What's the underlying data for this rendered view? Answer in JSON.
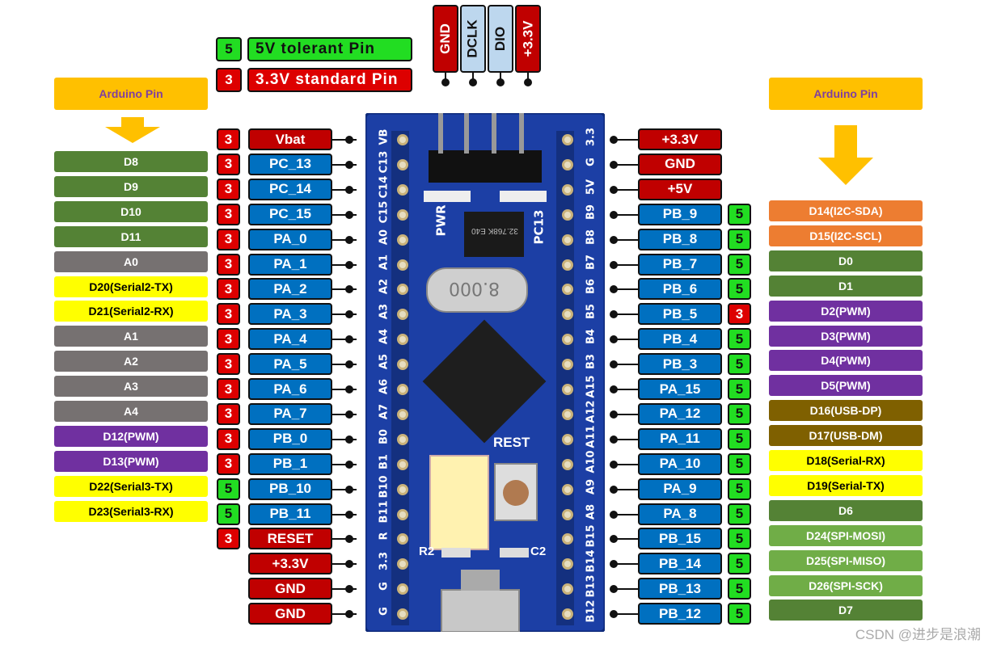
{
  "legend": {
    "tolerant_num": "5",
    "tolerant_label": "5V tolerant Pin",
    "standard_num": "3",
    "standard_label": "3.3V standard Pin"
  },
  "top_header": [
    "GND",
    "DCLK",
    "DIO",
    "+3.3V"
  ],
  "arduino_header": "Arduino Pin",
  "left_arduino": [
    {
      "label": "D8",
      "color": "#548235"
    },
    {
      "label": "D9",
      "color": "#548235"
    },
    {
      "label": "D10",
      "color": "#548235"
    },
    {
      "label": "D11",
      "color": "#548235"
    },
    {
      "label": "A0",
      "color": "#767171"
    },
    {
      "label": "D20(Serial2-TX)",
      "color": "#ffff00"
    },
    {
      "label": "D21(Serial2-RX)",
      "color": "#ffff00"
    },
    {
      "label": "A1",
      "color": "#767171"
    },
    {
      "label": "A2",
      "color": "#767171"
    },
    {
      "label": "A3",
      "color": "#767171"
    },
    {
      "label": "A4",
      "color": "#767171"
    },
    {
      "label": "D12(PWM)",
      "color": "#7030a0"
    },
    {
      "label": "D13(PWM)",
      "color": "#7030a0"
    },
    {
      "label": "D22(Serial3-TX)",
      "color": "#ffff00"
    },
    {
      "label": "D23(Serial3-RX)",
      "color": "#ffff00"
    }
  ],
  "right_arduino": [
    {
      "label": "D14(I2C-SDA)",
      "color": "#ed7d31"
    },
    {
      "label": "D15(I2C-SCL)",
      "color": "#ed7d31"
    },
    {
      "label": "D0",
      "color": "#548235"
    },
    {
      "label": "D1",
      "color": "#548235"
    },
    {
      "label": "D2(PWM)",
      "color": "#7030a0"
    },
    {
      "label": "D3(PWM)",
      "color": "#7030a0"
    },
    {
      "label": "D4(PWM)",
      "color": "#7030a0"
    },
    {
      "label": "D5(PWM)",
      "color": "#7030a0"
    },
    {
      "label": "D16(USB-DP)",
      "color": "#7f6000"
    },
    {
      "label": "D17(USB-DM)",
      "color": "#7f6000"
    },
    {
      "label": "D18(Serial-RX)",
      "color": "#ffff00"
    },
    {
      "label": "D19(Serial-TX)",
      "color": "#ffff00"
    },
    {
      "label": "D6",
      "color": "#548235"
    },
    {
      "label": "D24(SPI-MOSI)",
      "color": "#70ad47"
    },
    {
      "label": "D25(SPI-MISO)",
      "color": "#70ad47"
    },
    {
      "label": "D26(SPI-SCK)",
      "color": "#70ad47"
    },
    {
      "label": "D7",
      "color": "#548235"
    }
  ],
  "left_pins": [
    {
      "name": "Vbat",
      "tol": "3",
      "kind": "power"
    },
    {
      "name": "PC_13",
      "tol": "3",
      "kind": "io"
    },
    {
      "name": "PC_14",
      "tol": "3",
      "kind": "io"
    },
    {
      "name": "PC_15",
      "tol": "3",
      "kind": "io"
    },
    {
      "name": "PA_0",
      "tol": "3",
      "kind": "io"
    },
    {
      "name": "PA_1",
      "tol": "3",
      "kind": "io"
    },
    {
      "name": "PA_2",
      "tol": "3",
      "kind": "io"
    },
    {
      "name": "PA_3",
      "tol": "3",
      "kind": "io"
    },
    {
      "name": "PA_4",
      "tol": "3",
      "kind": "io"
    },
    {
      "name": "PA_5",
      "tol": "3",
      "kind": "io"
    },
    {
      "name": "PA_6",
      "tol": "3",
      "kind": "io"
    },
    {
      "name": "PA_7",
      "tol": "3",
      "kind": "io"
    },
    {
      "name": "PB_0",
      "tol": "3",
      "kind": "io"
    },
    {
      "name": "PB_1",
      "tol": "3",
      "kind": "io"
    },
    {
      "name": "PB_10",
      "tol": "5",
      "kind": "io"
    },
    {
      "name": "PB_11",
      "tol": "5",
      "kind": "io"
    },
    {
      "name": "RESET",
      "tol": "3",
      "kind": "power"
    },
    {
      "name": "+3.3V",
      "tol": "",
      "kind": "power"
    },
    {
      "name": "GND",
      "tol": "",
      "kind": "power"
    },
    {
      "name": "GND",
      "tol": "",
      "kind": "power"
    }
  ],
  "right_pins": [
    {
      "name": "+3.3V",
      "tol": "",
      "kind": "power"
    },
    {
      "name": "GND",
      "tol": "",
      "kind": "power"
    },
    {
      "name": "+5V",
      "tol": "",
      "kind": "power"
    },
    {
      "name": "PB_9",
      "tol": "5",
      "kind": "io"
    },
    {
      "name": "PB_8",
      "tol": "5",
      "kind": "io"
    },
    {
      "name": "PB_7",
      "tol": "5",
      "kind": "io"
    },
    {
      "name": "PB_6",
      "tol": "5",
      "kind": "io"
    },
    {
      "name": "PB_5",
      "tol": "3",
      "kind": "io"
    },
    {
      "name": "PB_4",
      "tol": "5",
      "kind": "io"
    },
    {
      "name": "PB_3",
      "tol": "5",
      "kind": "io"
    },
    {
      "name": "PA_15",
      "tol": "5",
      "kind": "io"
    },
    {
      "name": "PA_12",
      "tol": "5",
      "kind": "io"
    },
    {
      "name": "PA_11",
      "tol": "5",
      "kind": "io"
    },
    {
      "name": "PA_10",
      "tol": "5",
      "kind": "io"
    },
    {
      "name": "PA_9",
      "tol": "5",
      "kind": "io"
    },
    {
      "name": "PA_8",
      "tol": "5",
      "kind": "io"
    },
    {
      "name": "PB_15",
      "tol": "5",
      "kind": "io"
    },
    {
      "name": "PB_14",
      "tol": "5",
      "kind": "io"
    },
    {
      "name": "PB_13",
      "tol": "5",
      "kind": "io"
    },
    {
      "name": "PB_12",
      "tol": "5",
      "kind": "io"
    }
  ],
  "board_left_silk": [
    "VB",
    "C13",
    "C14",
    "C15",
    "A0",
    "A1",
    "A2",
    "A3",
    "A4",
    "A5",
    "A6",
    "A7",
    "B0",
    "B1",
    "B10",
    "B11",
    "R",
    "3.3",
    "G",
    "G"
  ],
  "board_right_silk": [
    "3.3",
    "G",
    "5V",
    "B9",
    "B8",
    "B7",
    "B6",
    "B5",
    "B4",
    "B3",
    "A15",
    "A12",
    "A11",
    "A10",
    "A9",
    "A8",
    "B15",
    "B14",
    "B13",
    "B12"
  ],
  "board_texts": {
    "reset": "REST",
    "crystal": "8.000",
    "pc13": "PC13",
    "pwr": "PWR",
    "r2": "R2",
    "c2": "C2",
    "osc": "32.768K E40"
  },
  "colors": {
    "io": "#0070c0",
    "power": "#c00000",
    "tol5": "#22dd22",
    "tol3": "#dd0000",
    "board": "#1c3fa5"
  },
  "watermark": "CSDN @进步是浪潮"
}
